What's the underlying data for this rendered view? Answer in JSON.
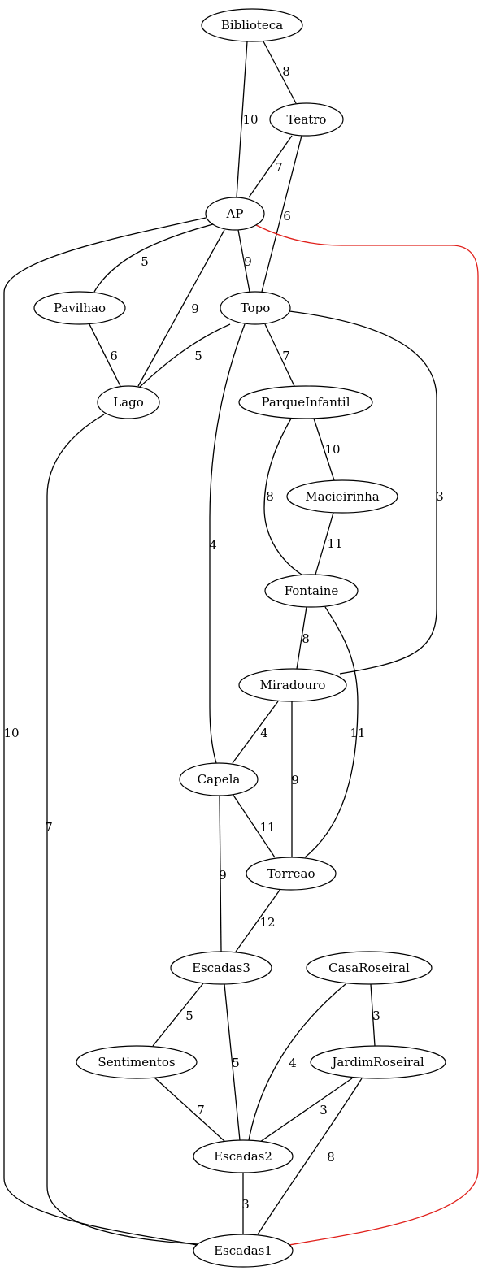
{
  "graph": {
    "nodes": [
      {
        "id": "Biblioteca",
        "label": "Biblioteca"
      },
      {
        "id": "Teatro",
        "label": "Teatro"
      },
      {
        "id": "AP",
        "label": "AP"
      },
      {
        "id": "Pavilhao",
        "label": "Pavilhao"
      },
      {
        "id": "Topo",
        "label": "Topo"
      },
      {
        "id": "Lago",
        "label": "Lago"
      },
      {
        "id": "ParqueInfantil",
        "label": "ParqueInfantil"
      },
      {
        "id": "Macieirinha",
        "label": "Macieirinha"
      },
      {
        "id": "Fontaine",
        "label": "Fontaine"
      },
      {
        "id": "Miradouro",
        "label": "Miradouro"
      },
      {
        "id": "Capela",
        "label": "Capela"
      },
      {
        "id": "Torreao",
        "label": "Torreao"
      },
      {
        "id": "Escadas3",
        "label": "Escadas3"
      },
      {
        "id": "CasaRoseiral",
        "label": "CasaRoseiral"
      },
      {
        "id": "Sentimentos",
        "label": "Sentimentos"
      },
      {
        "id": "JardimRoseiral",
        "label": "JardimRoseiral"
      },
      {
        "id": "Escadas2",
        "label": "Escadas2"
      },
      {
        "id": "Escadas1",
        "label": "Escadas1"
      }
    ],
    "edges": [
      {
        "from": "Biblioteca",
        "to": "Teatro",
        "weight": "8"
      },
      {
        "from": "Biblioteca",
        "to": "AP",
        "weight": "10"
      },
      {
        "from": "Teatro",
        "to": "AP",
        "weight": "7"
      },
      {
        "from": "Teatro",
        "to": "Topo",
        "weight": "6"
      },
      {
        "from": "AP",
        "to": "Pavilhao",
        "weight": "5"
      },
      {
        "from": "AP",
        "to": "Topo",
        "weight": "9"
      },
      {
        "from": "AP",
        "to": "Lago",
        "weight": "9"
      },
      {
        "from": "AP",
        "to": "Escadas1",
        "weight": "10"
      },
      {
        "from": "AP",
        "to": "Escadas1",
        "weight": "",
        "highlighted": true
      },
      {
        "from": "Pavilhao",
        "to": "Lago",
        "weight": "6"
      },
      {
        "from": "Topo",
        "to": "Lago",
        "weight": "5"
      },
      {
        "from": "Topo",
        "to": "ParqueInfantil",
        "weight": "7"
      },
      {
        "from": "Topo",
        "to": "Capela",
        "weight": "4"
      },
      {
        "from": "Topo",
        "to": "Miradouro",
        "weight": "3"
      },
      {
        "from": "Lago",
        "to": "Escadas1",
        "weight": "7"
      },
      {
        "from": "ParqueInfantil",
        "to": "Macieirinha",
        "weight": "10"
      },
      {
        "from": "ParqueInfantil",
        "to": "Fontaine",
        "weight": "8"
      },
      {
        "from": "Macieirinha",
        "to": "Fontaine",
        "weight": "11"
      },
      {
        "from": "Fontaine",
        "to": "Miradouro",
        "weight": "8"
      },
      {
        "from": "Fontaine",
        "to": "Torreao",
        "weight": "11"
      },
      {
        "from": "Miradouro",
        "to": "Capela",
        "weight": "4"
      },
      {
        "from": "Miradouro",
        "to": "Torreao",
        "weight": "9"
      },
      {
        "from": "Capela",
        "to": "Torreao",
        "weight": "11"
      },
      {
        "from": "Capela",
        "to": "Escadas3",
        "weight": "9"
      },
      {
        "from": "Torreao",
        "to": "Escadas3",
        "weight": "12"
      },
      {
        "from": "Escadas3",
        "to": "Sentimentos",
        "weight": "5"
      },
      {
        "from": "Escadas3",
        "to": "Escadas2",
        "weight": "5"
      },
      {
        "from": "CasaRoseiral",
        "to": "JardimRoseiral",
        "weight": "3"
      },
      {
        "from": "CasaRoseiral",
        "to": "Escadas2",
        "weight": "4"
      },
      {
        "from": "Sentimentos",
        "to": "Escadas2",
        "weight": "7"
      },
      {
        "from": "JardimRoseiral",
        "to": "Escadas2",
        "weight": "3"
      },
      {
        "from": "JardimRoseiral",
        "to": "Escadas1",
        "weight": "8"
      },
      {
        "from": "Escadas2",
        "to": "Escadas1",
        "weight": "3"
      }
    ],
    "colors": {
      "edge": "#000000",
      "highlight": "#e0201b",
      "node_fill": "#ffffff"
    }
  }
}
